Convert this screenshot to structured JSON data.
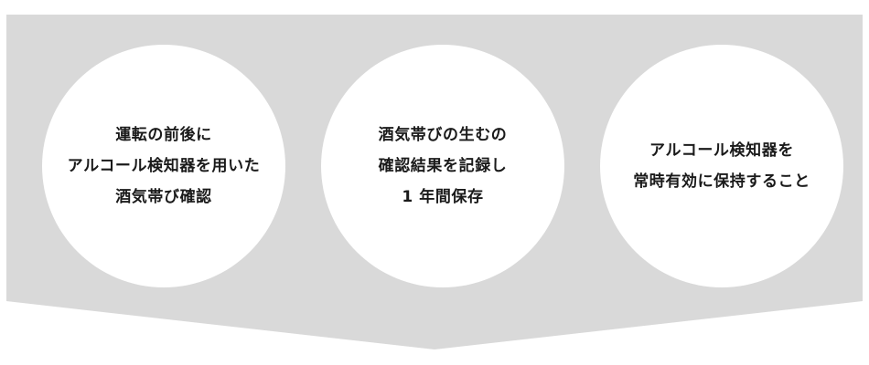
{
  "colors": {
    "banner_fill": "#d9d9d9",
    "circle_fill": "#ffffff",
    "text": "#1a1a1a"
  },
  "steps": [
    {
      "lines": [
        "運転の前後に",
        "アルコール検知器を用いた",
        "酒気帯び確認"
      ]
    },
    {
      "lines": [
        "酒気帯びの生むの",
        "確認結果を記録し",
        "1 年間保存"
      ]
    },
    {
      "lines": [
        "アルコール検知器を",
        "常時有効に保持すること"
      ]
    }
  ]
}
